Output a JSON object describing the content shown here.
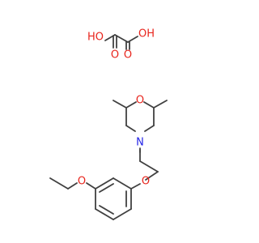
{
  "colors": {
    "bond": "#404040",
    "oxygen": "#e8241c",
    "nitrogen": "#2424e8",
    "background": "#ffffff"
  },
  "molecules": {
    "oxalic_acid": {
      "labels": {
        "ho_left": "HO",
        "oh_right": "OH",
        "o_bottom_left": "O",
        "o_bottom_right": "O"
      }
    },
    "morpholine_compound": {
      "labels": {
        "ring_oxygen": "O",
        "ring_nitrogen": "N",
        "ether_oxygen": "O",
        "ethoxy_oxygen": "O"
      }
    }
  }
}
